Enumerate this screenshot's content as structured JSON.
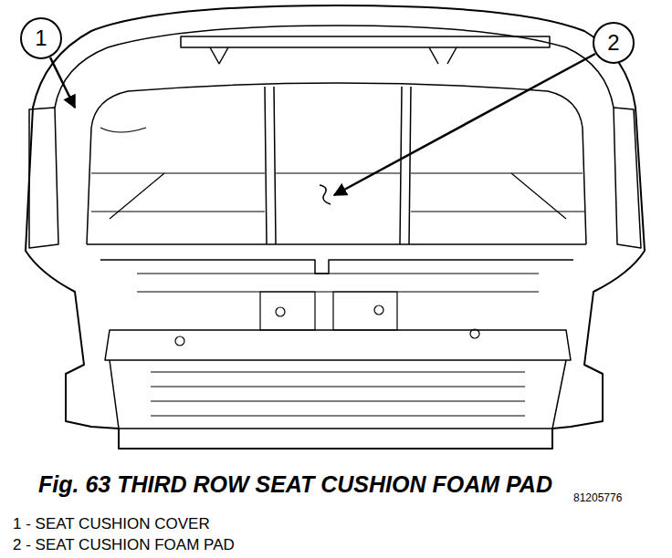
{
  "diagram": {
    "caption": "Fig. 63 THIRD ROW SEAT CUSHION FOAM PAD",
    "nodes": [
      {
        "text": [
          "1"
        ]
      },
      {
        "text": [
          "2"
        ]
      }
    ],
    "labels": [
      "81205776",
      "1 - SEAT CUSHION COVER",
      "2 - SEAT CUSHION FOAM PAD"
    ]
  }
}
